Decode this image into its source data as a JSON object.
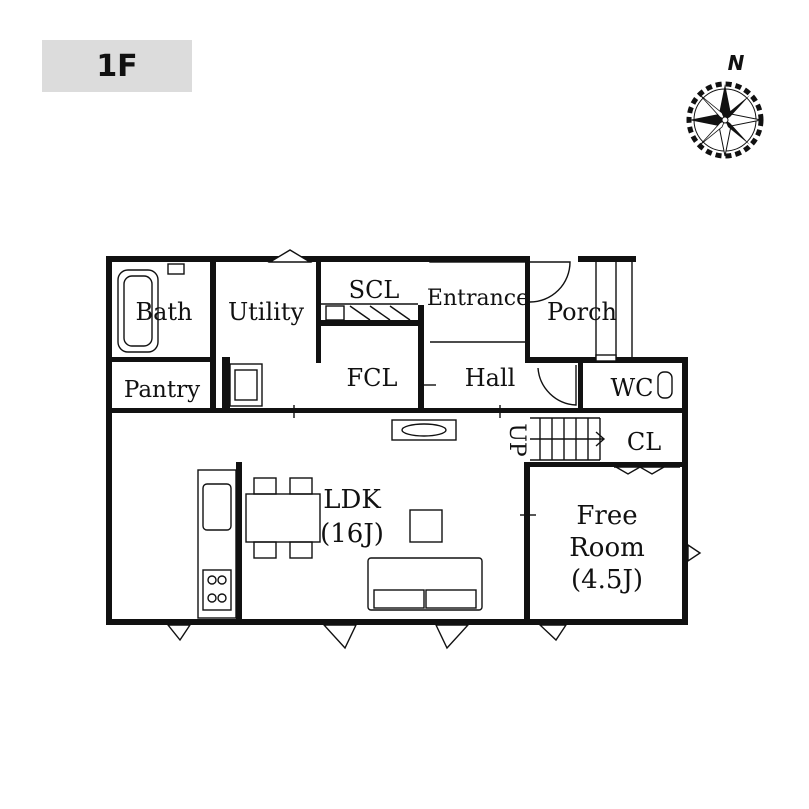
{
  "floor_label": "1F",
  "compass": {
    "north_label": "N"
  },
  "rooms": {
    "bath": "Bath",
    "utility": "Utility",
    "scl": "SCL",
    "entrance": "Entrance",
    "porch": "Porch",
    "pantry": "Pantry",
    "fcl": "FCL",
    "hall": "Hall",
    "wc": "WC",
    "up": "UP",
    "cl": "CL",
    "ldk_name": "LDK",
    "ldk_size": "(16J)",
    "free_room_line1": "Free",
    "free_room_line2": "Room",
    "free_room_size": "(4.5J)"
  },
  "colors": {
    "wall": "#111111",
    "badge": "#dcdcdc",
    "background": "#ffffff"
  }
}
